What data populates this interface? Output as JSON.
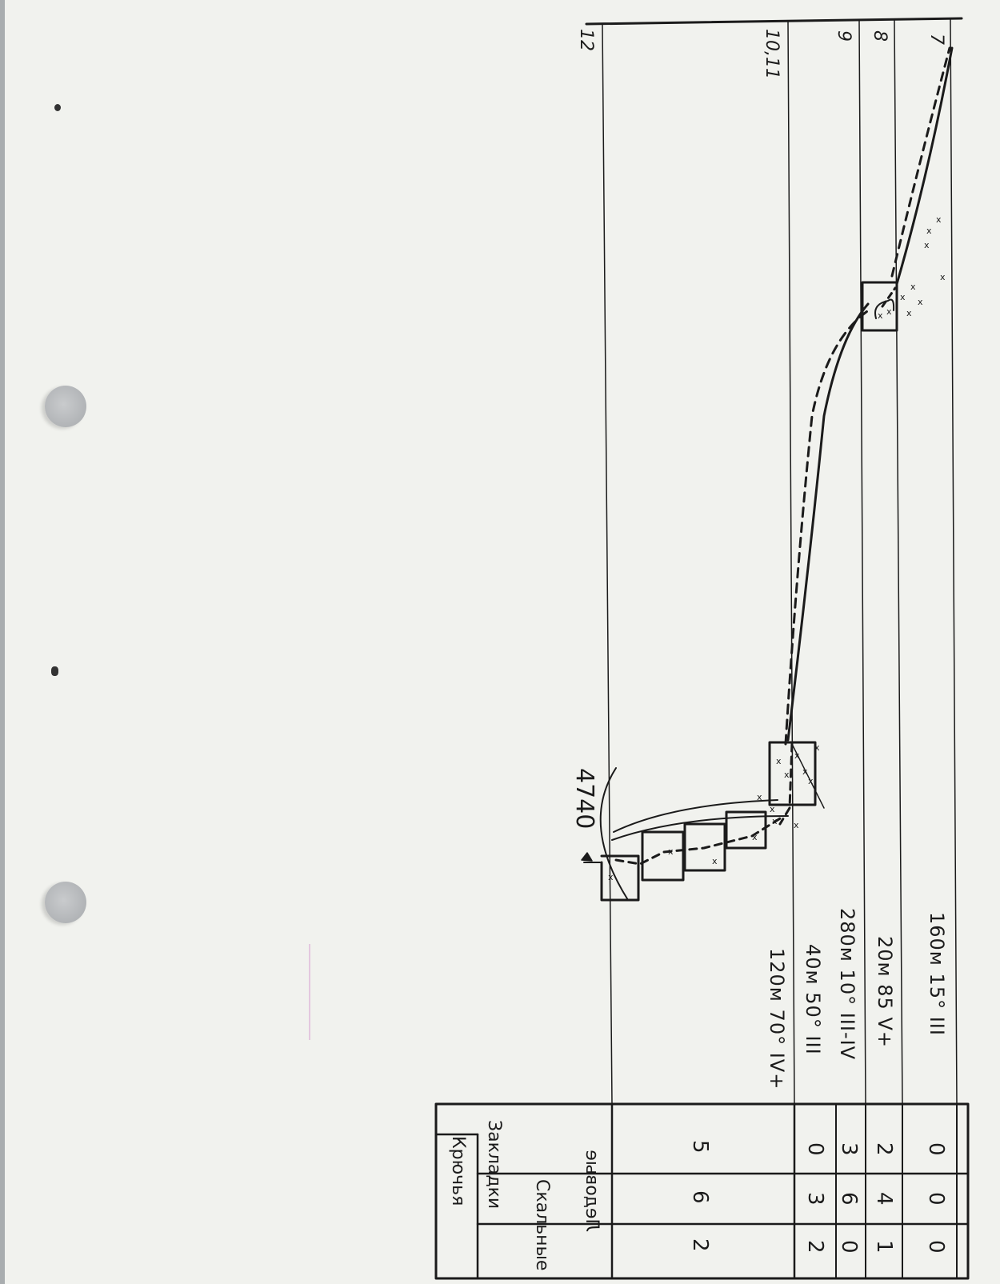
{
  "document": {
    "type": "climbing route topo profile (hand-drawn, page rotated 90°)",
    "colors": {
      "ink": "#1b1b1b",
      "paper": "#f1f2ee",
      "hole": "#b5b8ba"
    }
  },
  "summit": {
    "elevation_label": "4740",
    "marker": "triangle-flag"
  },
  "section_labels": [
    "12",
    "10,11",
    "9",
    "8",
    "7"
  ],
  "table": {
    "group_header": "Крючья",
    "columns": [
      "Ледовые",
      "Скальные",
      "Закладки"
    ],
    "rows": [
      {
        "route": "",
        "ice": "2",
        "rock": "6",
        "nuts": "5"
      },
      {
        "route": "120м 70° IV+",
        "ice": "2",
        "rock": "3",
        "nuts": "0"
      },
      {
        "route": "40м 50° III",
        "ice": "0",
        "rock": "6",
        "nuts": "3"
      },
      {
        "route": "280м 10° III-IV",
        "ice": "1",
        "rock": "4",
        "nuts": "2"
      },
      {
        "route": "20м 85 V+",
        "ice": "0",
        "rock": "0",
        "nuts": "0"
      },
      {
        "route": "160м 15° III",
        "ice": "",
        "rock": "",
        "nuts": ""
      }
    ]
  },
  "route_segments": [
    {
      "section": "10,11 → 12",
      "length": "120м",
      "angle": "70°",
      "grade": "IV+"
    },
    {
      "section": "9 → 10,11",
      "length": "40м",
      "angle": "50°",
      "grade": "III"
    },
    {
      "section": "8 → 9",
      "length": "280м",
      "angle": "10°",
      "grade": "III-IV"
    },
    {
      "section": "7 → 8",
      "length": "20м",
      "angle": "85",
      "grade": "V+"
    },
    {
      "section": "start → 7",
      "length": "160м",
      "angle": "15°",
      "grade": "III"
    }
  ],
  "legend": {
    "solid_line": "terrain profile",
    "dashed_line": "route line",
    "x_marks": "rock/ice features",
    "boxes": "rock bands / steps"
  }
}
